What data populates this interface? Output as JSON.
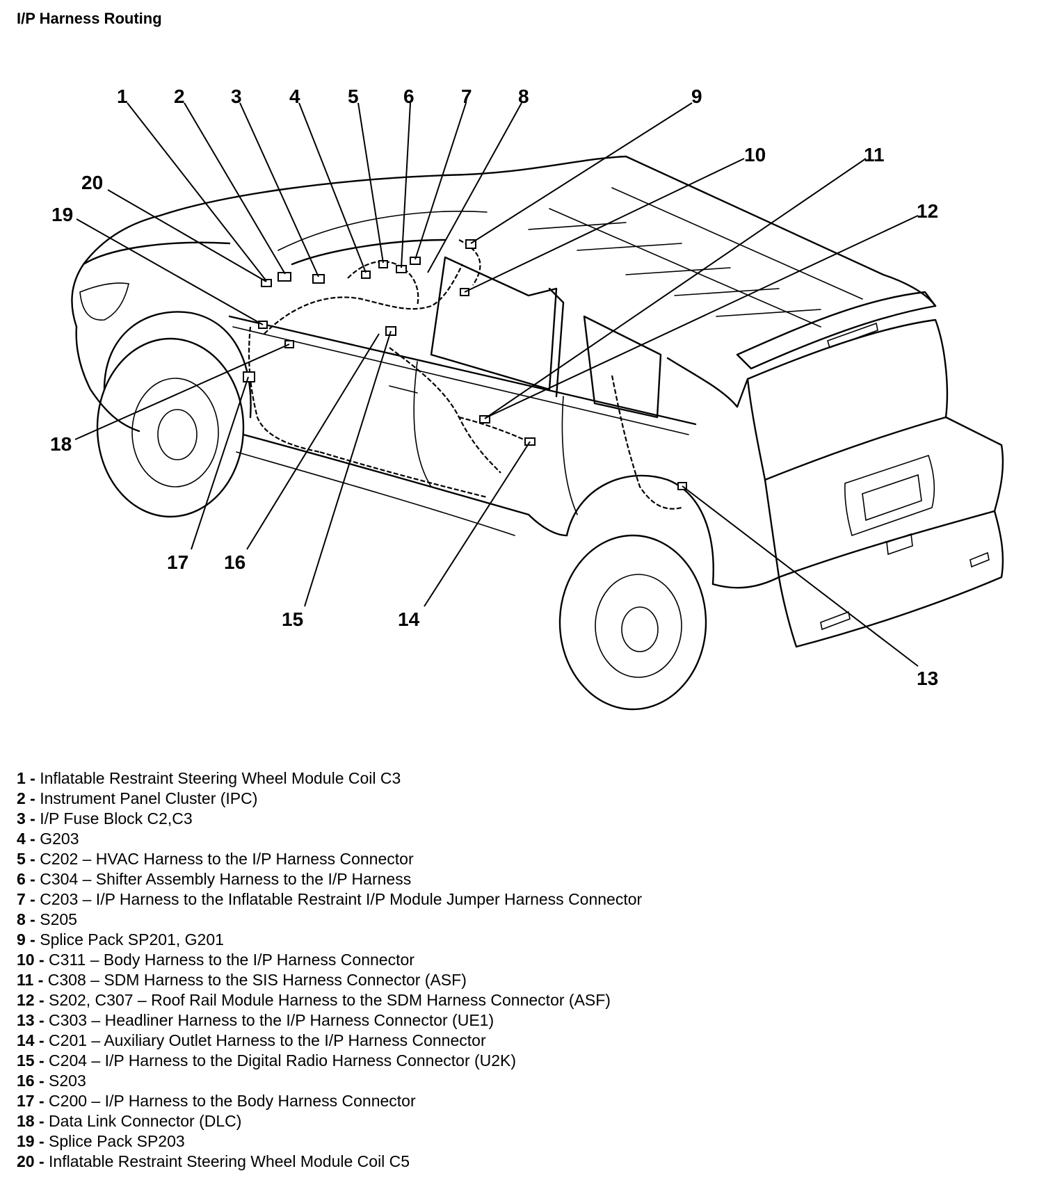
{
  "title": "I/P Harness Routing",
  "callouts": [
    "1",
    "2",
    "3",
    "4",
    "5",
    "6",
    "7",
    "8",
    "9",
    "10",
    "11",
    "12",
    "13",
    "14",
    "15",
    "16",
    "17",
    "18",
    "19",
    "20"
  ],
  "legend": [
    {
      "num": "1",
      "text": "Inflatable Restraint Steering Wheel Module Coil C3"
    },
    {
      "num": "2",
      "text": "Instrument Panel Cluster (IPC)"
    },
    {
      "num": "3",
      "text": "I/P Fuse Block C2,C3"
    },
    {
      "num": "4",
      "text": "G203"
    },
    {
      "num": "5",
      "text": "C202 – HVAC Harness to the I/P Harness Connector"
    },
    {
      "num": "6",
      "text": "C304 – Shifter Assembly Harness to the I/P Harness"
    },
    {
      "num": "7",
      "text": "C203 – I/P Harness to the Inflatable Restraint I/P Module Jumper Harness Connector"
    },
    {
      "num": "8",
      "text": "S205"
    },
    {
      "num": "9",
      "text": "Splice Pack SP201, G201"
    },
    {
      "num": "10",
      "text": "C311 – Body Harness to the I/P Harness Connector"
    },
    {
      "num": "11",
      "text": "C308 – SDM Harness to the SIS Harness Connector (ASF)"
    },
    {
      "num": "12",
      "text": "S202, C307 – Roof Rail Module Harness to the SDM Harness Connector (ASF)"
    },
    {
      "num": "13",
      "text": "C303 – Headliner Harness to the I/P Harness Connector (UE1)"
    },
    {
      "num": "14",
      "text": "C201 – Auxiliary Outlet Harness to the I/P Harness Connector"
    },
    {
      "num": "15",
      "text": "C204 – I/P Harness to the Digital Radio Harness Connector (U2K)"
    },
    {
      "num": "16",
      "text": "S203"
    },
    {
      "num": "17",
      "text": "C200 – I/P Harness to the Body Harness Connector"
    },
    {
      "num": "18",
      "text": "Data Link Connector (DLC)"
    },
    {
      "num": "19",
      "text": "Splice Pack SP203"
    },
    {
      "num": "20",
      "text": "Inflatable Restraint Steering Wheel Module Coil C5"
    }
  ]
}
